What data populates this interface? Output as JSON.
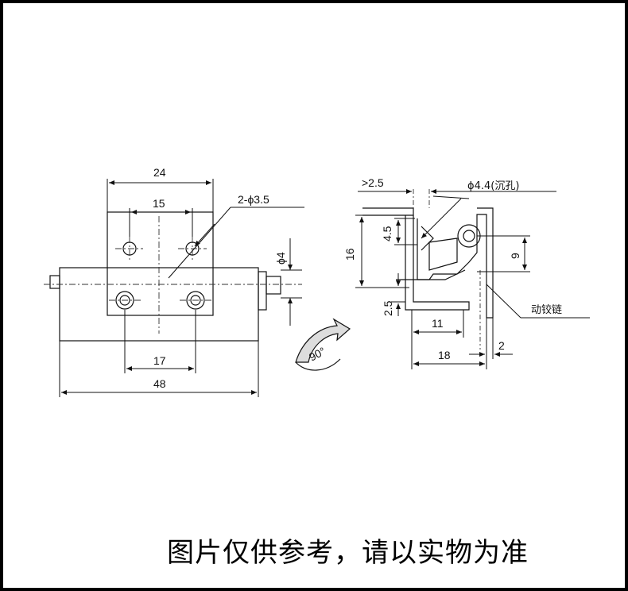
{
  "front_view": {
    "dim_24": "24",
    "dim_15": "15",
    "dim_17": "17",
    "dim_48": "48",
    "hole_callout": "2-ϕ3.5",
    "pin_dia": "ϕ4"
  },
  "side_view": {
    "dim_gt25": ">2.5",
    "countersink_callout": "ϕ4.4(沉孔)",
    "dim_16": "16",
    "dim_45": "4.5",
    "dim_9": "9",
    "dim_25": "2.5",
    "dim_11": "11",
    "dim_18": "18",
    "dim_2": "2",
    "moving_leaf_label": "动铰链"
  },
  "rotation_label": "90°",
  "footer_note": "图片仅供参考，请以实物为准"
}
